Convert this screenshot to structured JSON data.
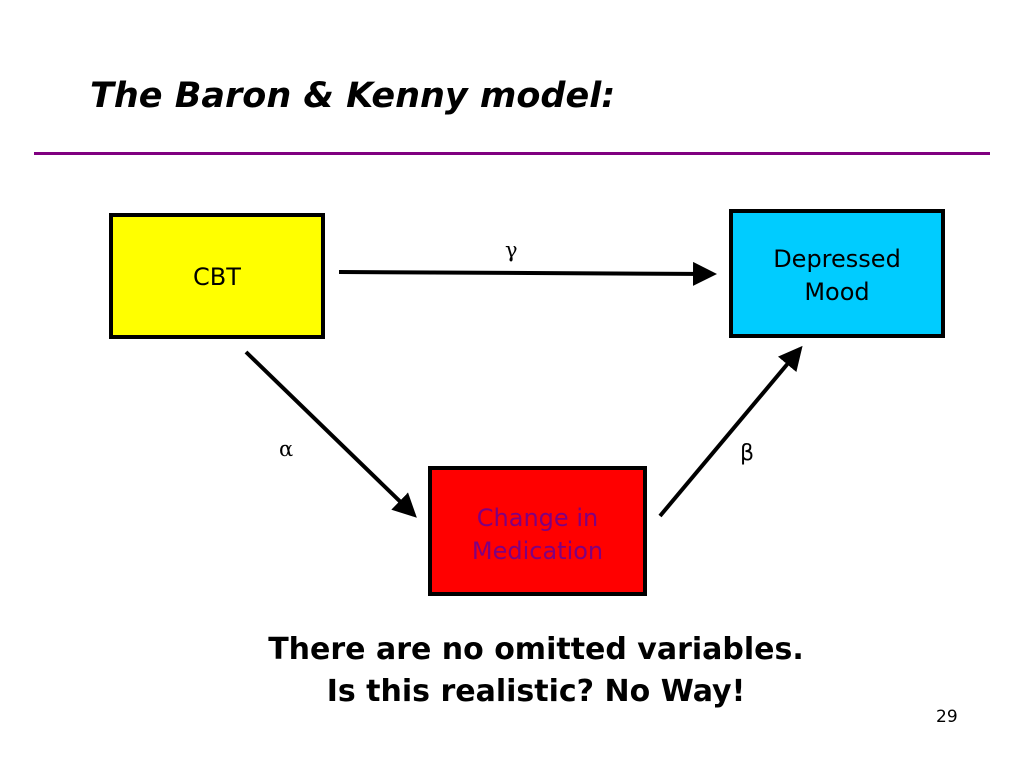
{
  "slide": {
    "title": "The Baron & Kenny model:",
    "page_number": "29",
    "footer_lines": [
      "There are no omitted variables.",
      "Is this realistic?  No Way!"
    ]
  },
  "diagram": {
    "nodes": {
      "cbt": {
        "label": "CBT",
        "fill": "#ffff00"
      },
      "mood": {
        "label": "Depressed\nMood",
        "fill": "#00ccff"
      },
      "medication": {
        "label": "Change in\nMedication",
        "fill": "#ff0000",
        "text_color": "#800080"
      }
    },
    "edges": {
      "cbt_to_mood": {
        "from": "cbt",
        "to": "mood",
        "label": "γ"
      },
      "cbt_to_medication": {
        "from": "cbt",
        "to": "medication",
        "label": "α"
      },
      "medication_to_mood": {
        "from": "medication",
        "to": "mood",
        "label": "β"
      }
    }
  },
  "colors": {
    "title_rule": "#800080",
    "arrow": "#000000"
  }
}
